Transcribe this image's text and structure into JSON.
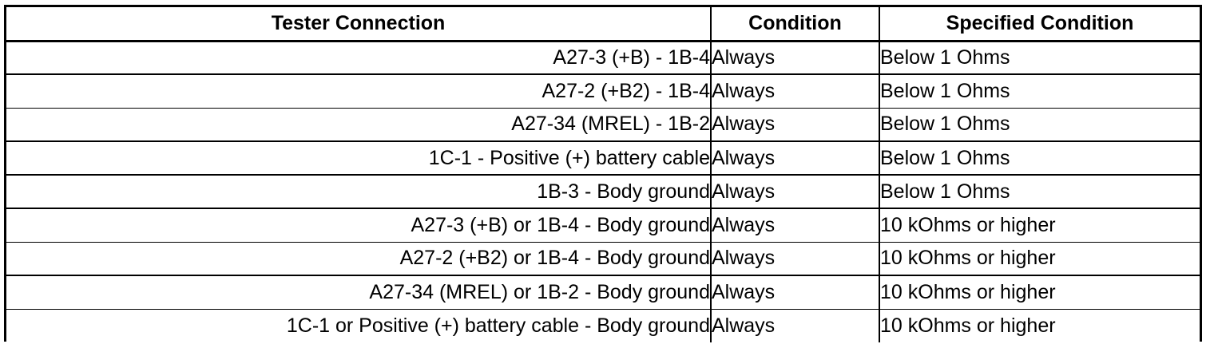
{
  "table": {
    "columns": [
      {
        "key": "tester_connection",
        "label": "Tester Connection",
        "align": "right"
      },
      {
        "key": "condition",
        "label": "Condition",
        "align": "left"
      },
      {
        "key": "specified_condition",
        "label": "Specified Condition",
        "align": "left"
      }
    ],
    "rows": [
      {
        "tester_connection": "A27-3 (+B) - 1B-4",
        "condition": "Always",
        "specified_condition": "Below 1 Ohms"
      },
      {
        "tester_connection": "A27-2 (+B2) - 1B-4",
        "condition": "Always",
        "specified_condition": "Below 1 Ohms"
      },
      {
        "tester_connection": "A27-34 (MREL) - 1B-2",
        "condition": "Always",
        "specified_condition": "Below 1 Ohms"
      },
      {
        "tester_connection": "1C-1 - Positive (+) battery cable",
        "condition": "Always",
        "specified_condition": "Below 1 Ohms"
      },
      {
        "tester_connection": "1B-3 - Body ground",
        "condition": "Always",
        "specified_condition": "Below 1 Ohms"
      },
      {
        "tester_connection": "A27-3 (+B) or 1B-4 - Body ground",
        "condition": "Always",
        "specified_condition": "10 kOhms or higher"
      },
      {
        "tester_connection": "A27-2 (+B2) or 1B-4 - Body ground",
        "condition": "Always",
        "specified_condition": "10 kOhms or higher"
      },
      {
        "tester_connection": "A27-34 (MREL) or 1B-2 - Body ground",
        "condition": "Always",
        "specified_condition": "10 kOhms or higher"
      },
      {
        "tester_connection": "1C-1 or Positive (+) battery cable - Body ground",
        "condition": "Always",
        "specified_condition": "10 kOhms or higher"
      }
    ]
  },
  "colors": {
    "border": "#000000",
    "text": "#000000",
    "background": "#ffffff"
  }
}
